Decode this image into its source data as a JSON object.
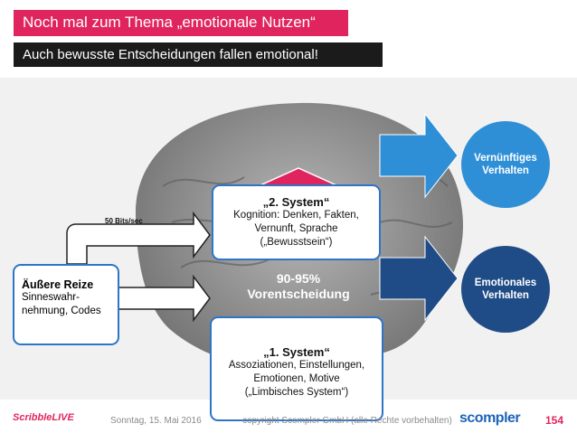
{
  "header": {
    "title": "Noch mal zum Thema „emotionale Nutzen“",
    "subtitle": "Auch bewusste Entscheidungen fallen emotional!"
  },
  "diagram": {
    "stimulus": {
      "heading": "Äußere Reize",
      "lines": [
        "Sinneswahr-",
        "nehmung, Codes"
      ]
    },
    "rate_label": "50 Bits/sec",
    "system2": {
      "heading": "„2. System“",
      "lines": [
        "Kognition: Denken, Fakten,",
        "Vernunft, Sprache",
        "(„Bewusstsein“)"
      ]
    },
    "system1": {
      "heading": "„1. System“",
      "lines": [
        "Assoziationen, Einstellungen,",
        "Emotionen, Motive",
        "(„Limbisches System“)"
      ]
    },
    "pre_decision": {
      "percent": "90-95%",
      "label": "Vorentscheidung"
    },
    "rational": {
      "lines": [
        "Vernünftiges",
        "Verhalten"
      ],
      "color": "#2f8fd6"
    },
    "emotional": {
      "lines": [
        "Emotionales",
        "Verhalten"
      ],
      "color": "#1f4c86"
    }
  },
  "footer": {
    "date": "Sonntag, 15. Mai 2016",
    "copyright": "copyright Scompler GmbH (alle Rechte vorbehalten)",
    "page": "154",
    "logo_left": "ScribbleLIVE",
    "logo_right": "scompler"
  },
  "colors": {
    "accent": "#e0255e",
    "blue": "#2e74c9"
  }
}
